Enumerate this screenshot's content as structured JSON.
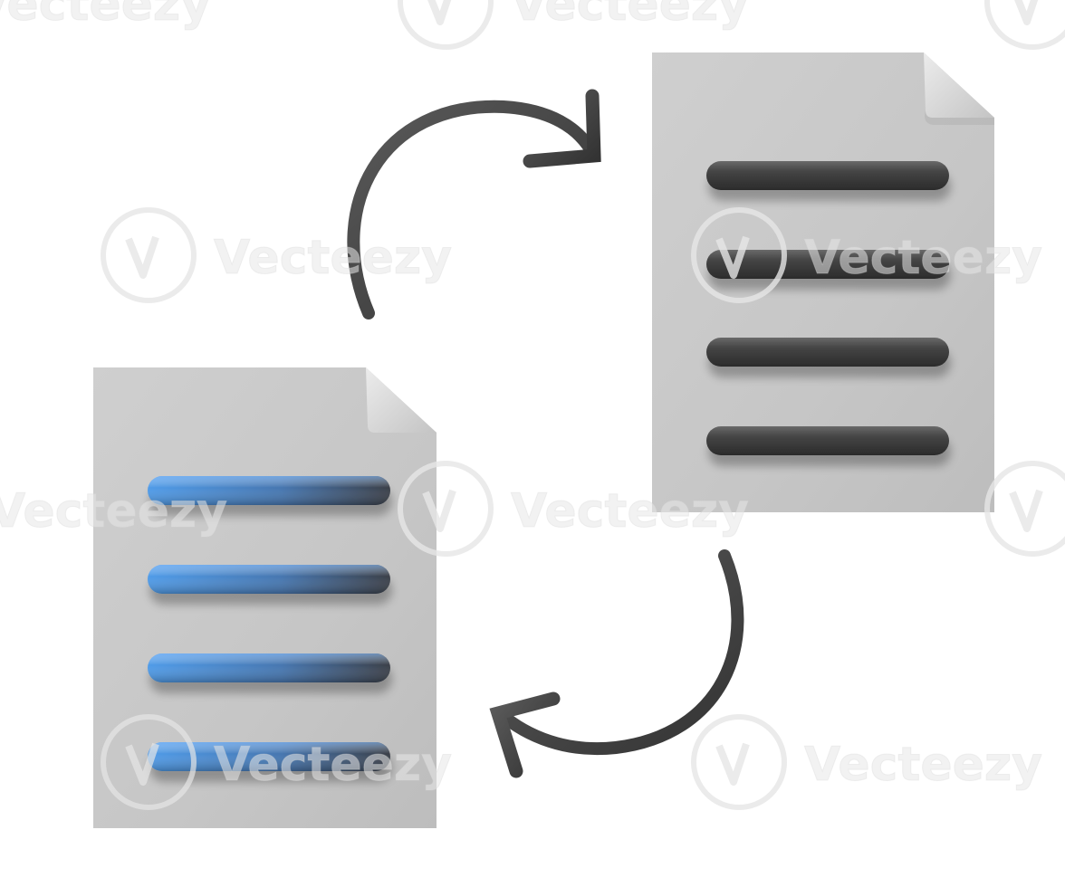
{
  "illustration": {
    "description_icons": [
      "document-icon",
      "sync-arrows-icon"
    ],
    "colors": {
      "background": "#ffffff",
      "document_page": "#c9c9c9",
      "document_fold": "#d9d9d9",
      "arrow": "#4a4a4a",
      "dark_line": "#3e3e3e",
      "blue_line": "#4a8fd8"
    }
  },
  "source_document": {
    "line_count": 4,
    "line_color": "blue"
  },
  "target_document": {
    "line_count": 4,
    "line_color": "dark-gray"
  },
  "watermark": {
    "text": "Vecteezy"
  }
}
